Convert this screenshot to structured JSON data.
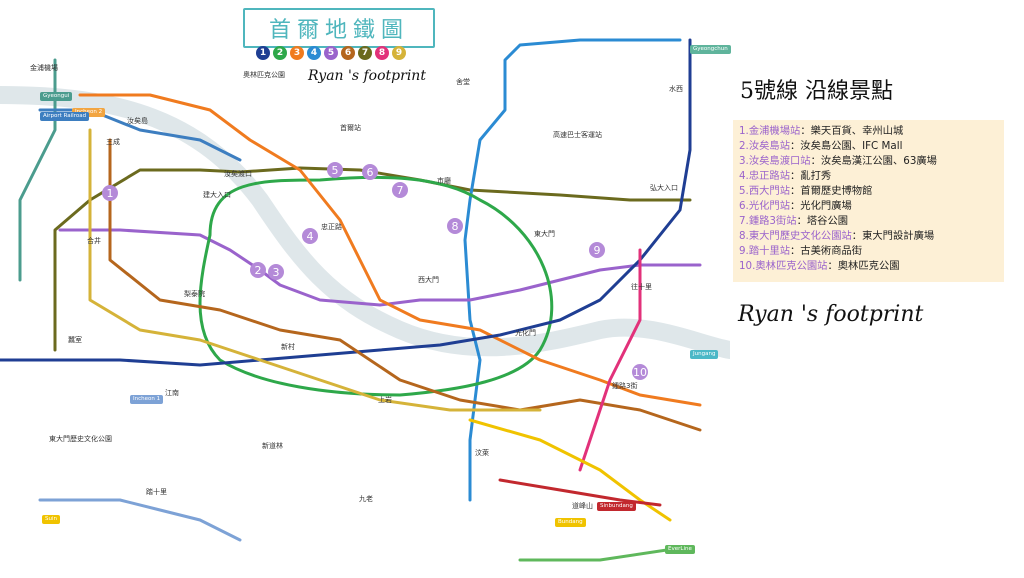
{
  "map_title": "首爾地鐵圖",
  "line_legend": [
    {
      "n": "1",
      "color": "#1f3e93"
    },
    {
      "n": "2",
      "color": "#2ea84a"
    },
    {
      "n": "3",
      "color": "#f07b1f"
    },
    {
      "n": "4",
      "color": "#2b8bd3"
    },
    {
      "n": "5",
      "color": "#9a63cc"
    },
    {
      "n": "6",
      "color": "#b5661d"
    },
    {
      "n": "7",
      "color": "#6b6a1e"
    },
    {
      "n": "8",
      "color": "#e2317a"
    },
    {
      "n": "9",
      "color": "#d5b339"
    }
  ],
  "credit_top": "Ryan 's footprint",
  "credit_right": "Ryan 's footprint",
  "heading": "5號線  沿線景點",
  "spots": [
    {
      "name": "1.金浦機場站",
      "desc": "：樂天百貨、幸州山城"
    },
    {
      "name": "2.汝矣島站",
      "desc": "：汝矣島公園、IFC Mall"
    },
    {
      "name": "3.汝矣島渡口站",
      "desc": "：汝矣島漢江公園、63廣場"
    },
    {
      "name": "4.忠正路站",
      "desc": "：亂打秀"
    },
    {
      "name": "5.西大門站",
      "desc": "：首爾歷史博物館"
    },
    {
      "name": "6.光化門站",
      "desc": "：光化門廣場"
    },
    {
      "name": "7.鍾路3街站",
      "desc": "：塔谷公園"
    },
    {
      "name": "8.東大門歷史文化公園站",
      "desc": "：東大門設計廣場"
    },
    {
      "name": "9.踏十里站",
      "desc": "：古美術商品街"
    },
    {
      "name": "10.奧林匹克公園站",
      "desc": "：奧林匹克公園"
    }
  ],
  "line_tags": [
    {
      "text": "Gyeongui",
      "color": "#4b9c8e"
    },
    {
      "text": "Incheon 2",
      "color": "#f2a541"
    },
    {
      "text": "Airport Railroad",
      "color": "#3d7ec0"
    },
    {
      "text": "Gyeongchun",
      "color": "#5fb49c"
    },
    {
      "text": "Jungang",
      "color": "#4bb8c7"
    },
    {
      "text": "Incheon 1",
      "color": "#7da2d6"
    },
    {
      "text": "Bundang",
      "color": "#f0c300"
    },
    {
      "text": "EverLine",
      "color": "#5fb85c"
    },
    {
      "text": "Sinbundang",
      "color": "#c2282e"
    },
    {
      "text": "Suin",
      "color": "#f0c300"
    }
  ],
  "station_labels": [
    "金浦機場",
    "汝矣島",
    "汝矣渡口",
    "忠正路",
    "西大門",
    "光化門",
    "鍾路3街",
    "東大門歷史文化公園",
    "踏十里",
    "奧林匹克公園",
    "首爾站",
    "市廳",
    "東大門",
    "往十里",
    "蠶室",
    "江南",
    "新道林",
    "九老",
    "舍堂",
    "高速巴士客運站",
    "弘大入口",
    "合井",
    "梨泰院",
    "新村",
    "上岩",
    "汶萊",
    "道峰山",
    "水西",
    "三成",
    "建大入口"
  ],
  "marker_numbers": [
    "1",
    "2",
    "3",
    "4",
    "5",
    "6",
    "7",
    "8",
    "9",
    "10"
  ]
}
